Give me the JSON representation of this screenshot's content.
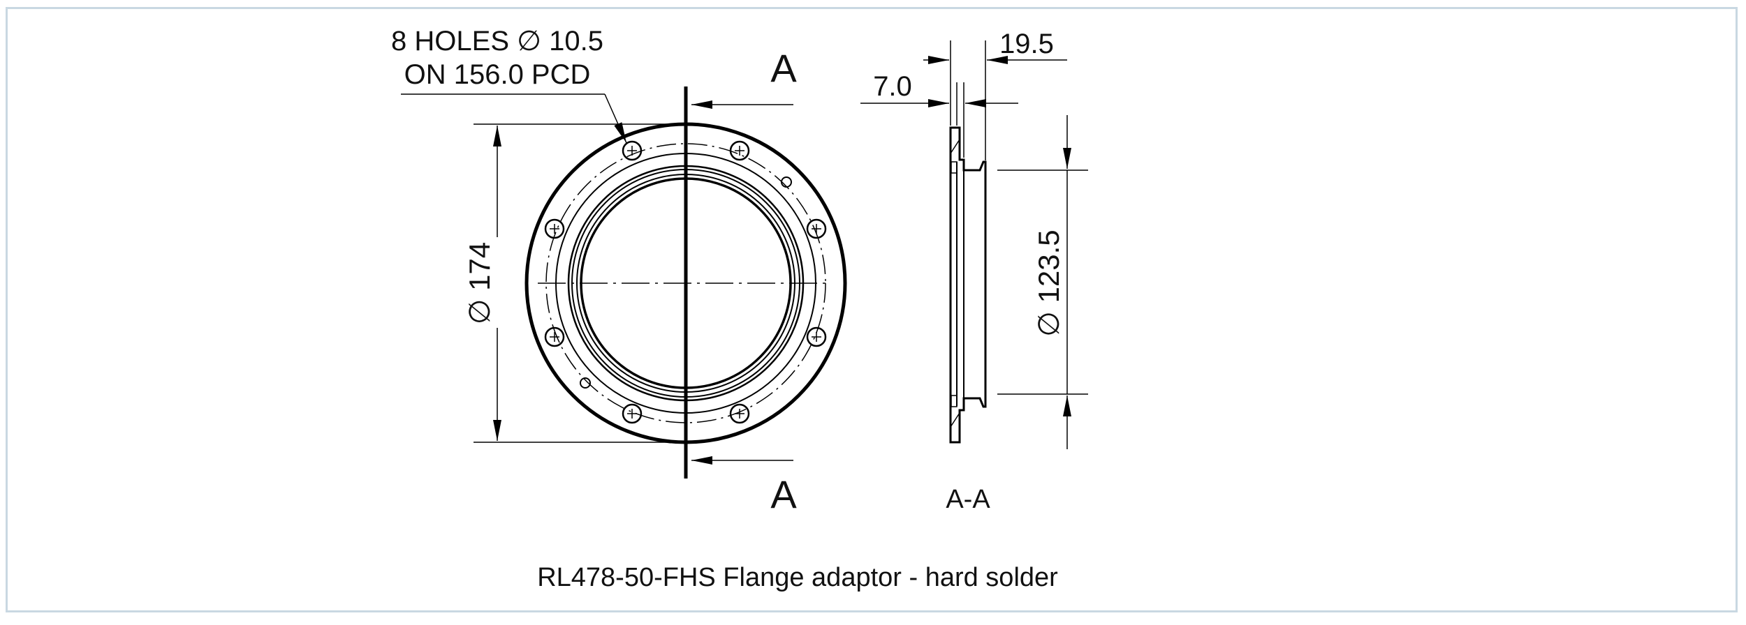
{
  "holes_note_line1": "8 HOLES ∅ 10.5",
  "holes_note_line2": "ON 156.0 PCD",
  "section_label_top": "A",
  "section_label_bottom": "A",
  "dim_outer_diameter": "∅ 174",
  "dim_width_total": "19.5",
  "dim_width_flange": "7.0",
  "dim_inner_diameter": "∅ 123.5",
  "section_view_label": "A-A",
  "caption": "RL478-50-FHS Flange adaptor - hard solder"
}
